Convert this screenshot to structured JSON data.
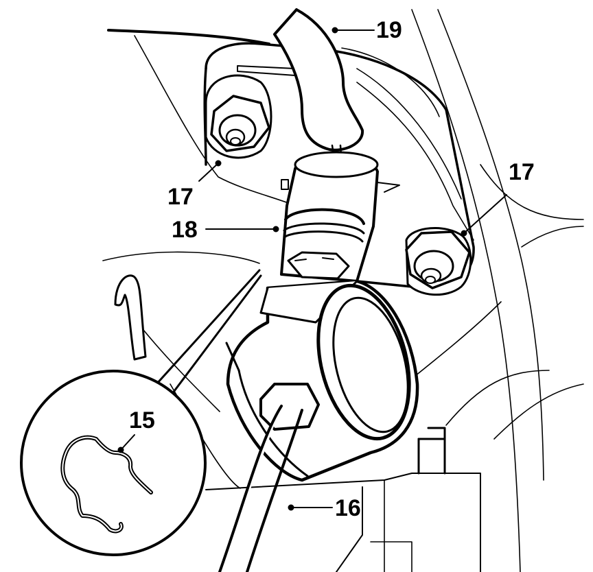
{
  "callouts": {
    "c15": "15",
    "c16": "16",
    "c17_left": "17",
    "c17_right": "17",
    "c18": "18",
    "c19": "19"
  },
  "colors": {
    "ink": "#000000",
    "paper": "#ffffff"
  }
}
